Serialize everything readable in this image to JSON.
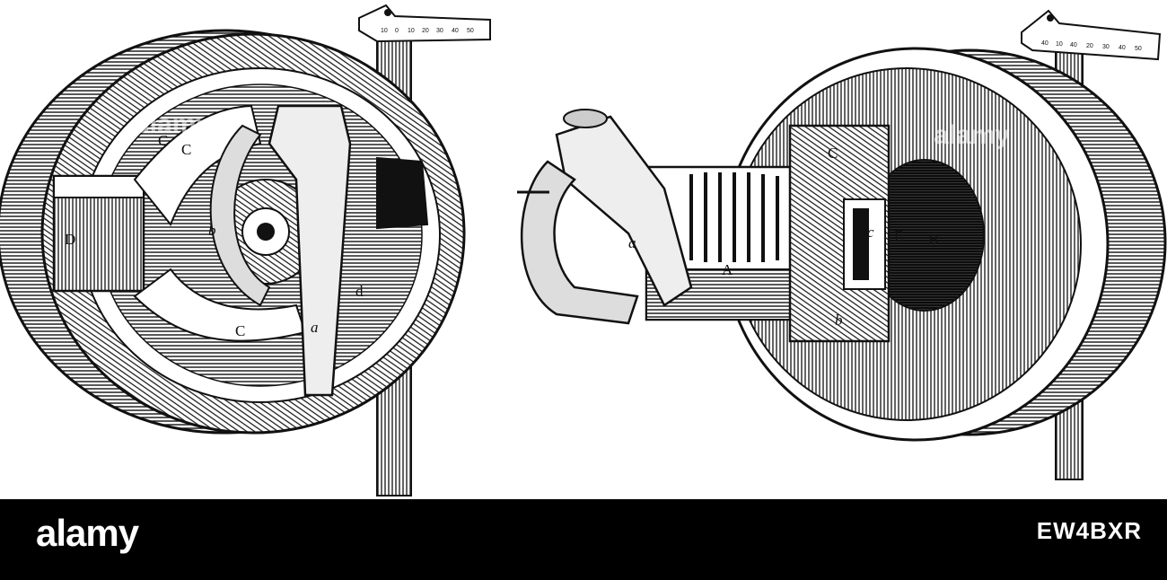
{
  "watermark": {
    "brand": "alamy",
    "footer_brand": "alamy",
    "footer_id_label": "",
    "image_id": "EW4BXR"
  },
  "left_view": {
    "labels": [
      "C",
      "C",
      "D",
      "b",
      "a",
      "c",
      "C",
      "d"
    ],
    "scale_ticks": [
      "10",
      "0",
      "10",
      "20",
      "30",
      "40",
      "50"
    ]
  },
  "right_view": {
    "labels": [
      "C",
      "c",
      "a",
      "A",
      "E",
      "B",
      "b"
    ],
    "scale_ticks": [
      "40",
      "10",
      "40",
      "20",
      "30",
      "40",
      "50"
    ]
  },
  "colors": {
    "ink": "#111111",
    "paper": "#ffffff",
    "footer": "#000000"
  }
}
